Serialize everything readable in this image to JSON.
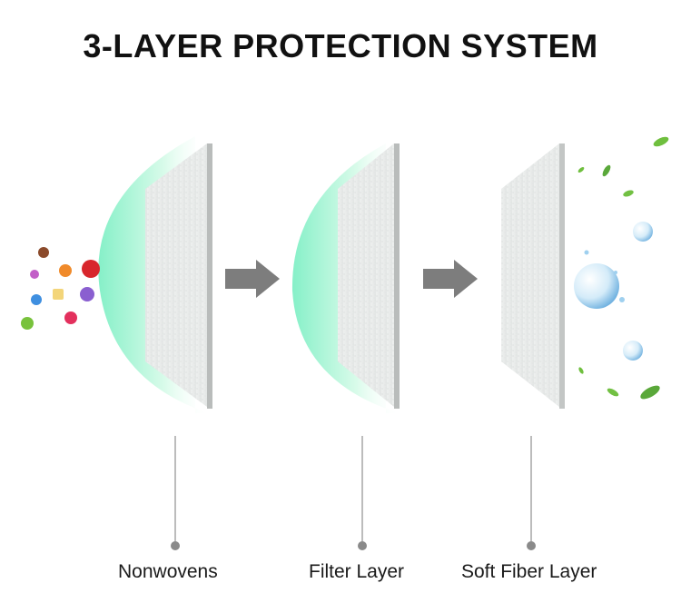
{
  "title": "3-LAYER PROTECTION SYSTEM",
  "layers": [
    {
      "label": "Nonwovens"
    },
    {
      "label": "Filter Layer"
    },
    {
      "label": "Soft Fiber Layer"
    }
  ],
  "colors": {
    "glow": "#7ff0c4",
    "layer_face": "#e9ebea",
    "layer_edge": "#b9bcbb",
    "arrow": "#7d7d7d",
    "bubble": "#6fb7e6",
    "leaf": "#66b845"
  },
  "icons": {
    "germs": "germ-icon",
    "arrows": "arrow-right-icon",
    "bubbles": "bubble-icon",
    "leaves": "leaf-icon"
  }
}
